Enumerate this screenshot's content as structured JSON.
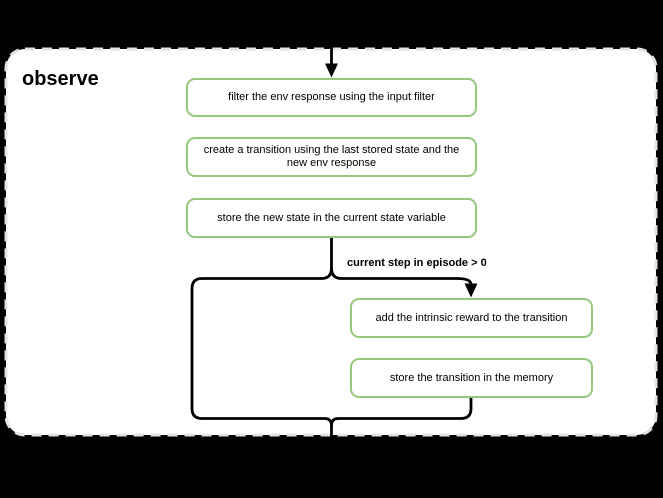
{
  "diagram": {
    "title": "observe",
    "steps": [
      "filter the env response using the input filter",
      "create a transition using the last stored state and the new env response",
      "store the new state in the current state variable",
      "add the intrinsic reward to the transition",
      "store the transition in the memory"
    ],
    "branch": {
      "condition_label": "current step in episode > 0"
    },
    "colors": {
      "background": "#000000",
      "panel_background": "#ffffff",
      "panel_border": "#e3e3e3",
      "box_border": "#92c97a",
      "box_background": "#ffffff",
      "line": "#000000",
      "text": "#000000"
    }
  }
}
